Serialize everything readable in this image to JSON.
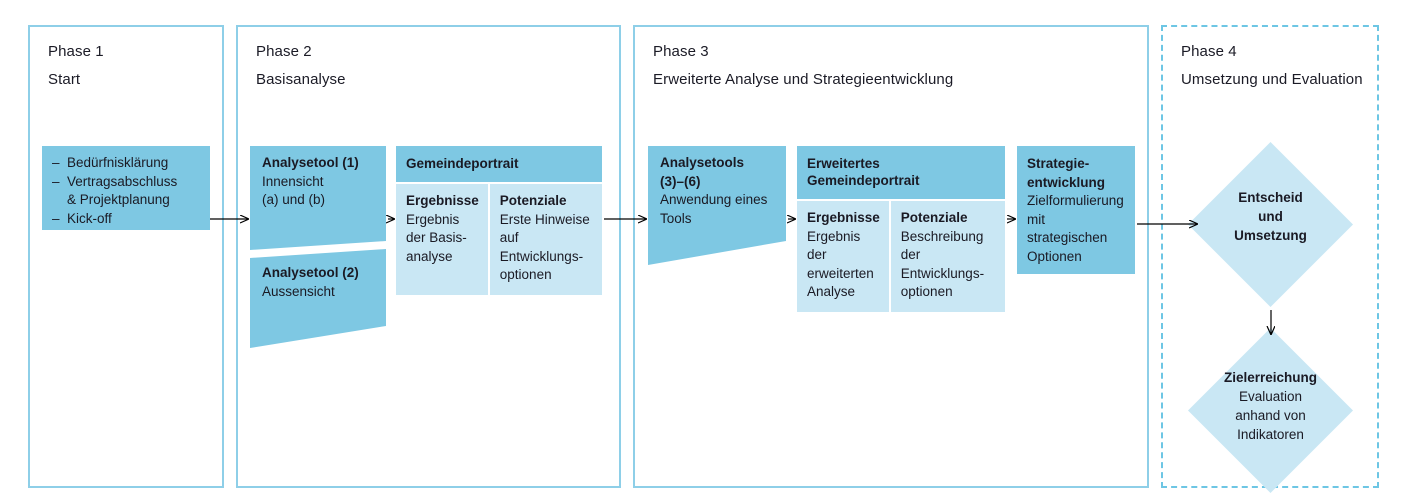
{
  "colors": {
    "block_blue": "#7ec8e3",
    "panel_blue": "#c9e7f4",
    "diamond_blue": "#c9e7f4",
    "border_blue": "#8ecfe8",
    "dashed_border_blue": "#6dc6e4",
    "text": "#1a1a24",
    "arrow": "#000000"
  },
  "phases": [
    {
      "number": "Phase 1",
      "name": "Start"
    },
    {
      "number": "Phase 2",
      "name": "Basisanalyse"
    },
    {
      "number": "Phase 3",
      "name": "Erweiterte Analyse und Strategieentwicklung"
    },
    {
      "number": "Phase 4",
      "name": "Umsetzung und Evaluation"
    }
  ],
  "phase1": {
    "bullets": [
      {
        "marker": "–",
        "text": "Bedürfnisklärung"
      },
      {
        "marker": "–",
        "text": "Vertragsabschluss"
      },
      {
        "marker": "",
        "text": "& Projektplanung"
      },
      {
        "marker": "–",
        "text": "Kick-off"
      }
    ]
  },
  "phase2": {
    "tool1": {
      "title": "Analysetool (1)",
      "line1": "Innensicht",
      "line2": "(a) und (b)"
    },
    "tool2": {
      "title": "Analysetool (2)",
      "line1": "Aussensicht"
    },
    "portrait": {
      "header": "Gemeindeportrait",
      "columns": [
        {
          "title": "Ergebnisse",
          "body": "Ergebnis der Basis-\nanalyse"
        },
        {
          "title": "Potenziale",
          "body": "Erste Hinweise auf Entwicklungs-\noptionen"
        }
      ]
    }
  },
  "phase3": {
    "tools": {
      "title_line1": "Analysetools",
      "title_line2": "(3)–(6)",
      "body": "Anwendung eines Tools"
    },
    "portrait": {
      "header": "Erweitertes Gemeindeportrait",
      "columns": [
        {
          "title": "Ergebnisse",
          "body": "Ergebnis der erweiterten Analyse"
        },
        {
          "title": "Potenziale",
          "body": "Beschreibung der Entwicklungs-\noptionen"
        }
      ]
    },
    "strategy": {
      "title_line1": "Strategie-",
      "title_line2": "entwicklung",
      "body": "Zielformulierung mit strategischen Optionen"
    }
  },
  "phase4": {
    "diamond1": {
      "title": "Entscheid",
      "line2": "und",
      "line3": "Umsetzung"
    },
    "diamond2": {
      "title": "Zielerreichung",
      "line2": "Evaluation",
      "line3": "anhand von",
      "line4": "Indikatoren"
    }
  }
}
